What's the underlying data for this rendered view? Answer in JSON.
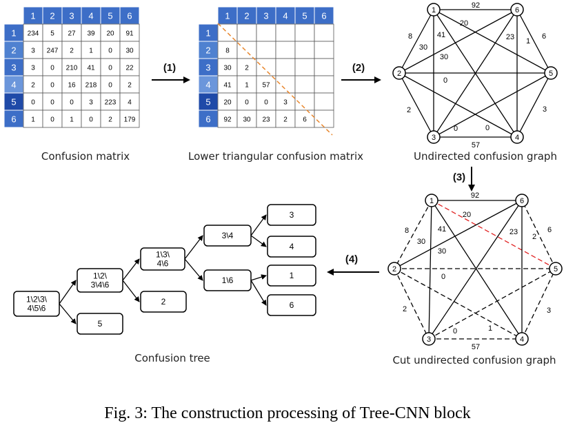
{
  "matrix": {
    "headers": [
      "1",
      "2",
      "3",
      "4",
      "5",
      "6"
    ],
    "rows": [
      [
        "234",
        "5",
        "27",
        "39",
        "20",
        "91"
      ],
      [
        "3",
        "247",
        "2",
        "1",
        "0",
        "30"
      ],
      [
        "3",
        "0",
        "210",
        "41",
        "0",
        "22"
      ],
      [
        "2",
        "0",
        "16",
        "218",
        "0",
        "2"
      ],
      [
        "0",
        "0",
        "0",
        "3",
        "223",
        "4"
      ],
      [
        "1",
        "0",
        "1",
        "0",
        "2",
        "179"
      ]
    ],
    "caption": "Confusion matrix"
  },
  "lower_matrix": {
    "headers": [
      "1",
      "2",
      "3",
      "4",
      "5",
      "6"
    ],
    "rows": [
      [
        "",
        "",
        "",
        "",
        "",
        ""
      ],
      [
        "8",
        "",
        "",
        "",
        "",
        ""
      ],
      [
        "30",
        "2",
        "",
        "",
        "",
        ""
      ],
      [
        "41",
        "1",
        "57",
        "",
        "",
        ""
      ],
      [
        "20",
        "0",
        "0",
        "3",
        "",
        ""
      ],
      [
        "92",
        "30",
        "23",
        "2",
        "6",
        ""
      ]
    ],
    "caption": "Lower triangular confusion matrix"
  },
  "steps": [
    "(1)",
    "(2)",
    "(3)",
    "(4)"
  ],
  "graph": {
    "caption": "Undirected confusion graph",
    "nodes": [
      "1",
      "2",
      "3",
      "4",
      "5",
      "6"
    ],
    "edges": [
      {
        "a": "1",
        "b": "6",
        "w": "92"
      },
      {
        "a": "1",
        "b": "2",
        "w": "8"
      },
      {
        "a": "1",
        "b": "3",
        "w": "30"
      },
      {
        "a": "1",
        "b": "4",
        "w": "41"
      },
      {
        "a": "1",
        "b": "5",
        "w": "20"
      },
      {
        "a": "2",
        "b": "6",
        "w": "30"
      },
      {
        "a": "2",
        "b": "3",
        "w": "2"
      },
      {
        "a": "2",
        "b": "5",
        "w": "0"
      },
      {
        "a": "2",
        "b": "4",
        "w": "0"
      },
      {
        "a": "3",
        "b": "4",
        "w": "57"
      },
      {
        "a": "3",
        "b": "6",
        "w": "23"
      },
      {
        "a": "3",
        "b": "5",
        "w": "0"
      },
      {
        "a": "4",
        "b": "5",
        "w": "3"
      },
      {
        "a": "4",
        "b": "6",
        "w": "1"
      },
      {
        "a": "5",
        "b": "6",
        "w": "6"
      }
    ]
  },
  "cut_graph": {
    "caption": "Cut undirected confusion graph",
    "weights": [
      "92",
      "8",
      "30",
      "41",
      "20",
      "30",
      "2",
      "0",
      "1",
      "57",
      "23",
      "0",
      "3",
      "2",
      "6"
    ]
  },
  "tree": {
    "caption": "Confusion tree",
    "nodes": {
      "root": "1\\2\\3\\\n4\\5\\6",
      "n1246": "1\\2\\\n3\\4\\6",
      "n5": "5",
      "n1346": "1\\3\\\n4\\6",
      "n2": "2",
      "n34": "3\\4",
      "n16": "1\\6",
      "n3": "3",
      "n4": "4",
      "n1": "1",
      "n6": "6"
    }
  },
  "figure_caption": "Fig. 3: The construction processing of Tree-CNN block"
}
